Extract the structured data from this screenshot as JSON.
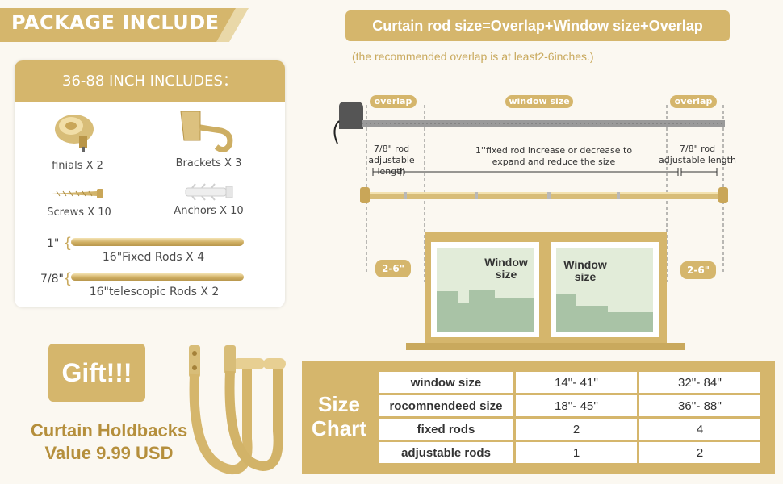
{
  "package": {
    "banner": "PACKAGE INCLUDE",
    "card_title": "36-88 INCH INCLUDES：",
    "finials": "finials X 2",
    "brackets": "Brackets X 3",
    "screws": "Screws X 10",
    "anchors": "Anchors X 10",
    "fixed_size": "1\"",
    "fixed_rods": "16\"Fixed Rods X 4",
    "tele_size": "7/8\"",
    "tele_rods": "16\"telescopic Rods X 2"
  },
  "gift": {
    "label": "Gift!!!",
    "line1": "Curtain Holdbacks",
    "line2": "Value 9.99 USD"
  },
  "diagram": {
    "formula": "Curtain rod size=Overlap+Window size+Overlap",
    "note": "(the recommended overlap is at least2-6inches.)",
    "overlap_left": "overlap",
    "window_size": "window size",
    "overlap_right": "overlap",
    "left_rod_line1": "7/8\" rod",
    "left_rod_line2": "adjustable length",
    "center_line1": "1''fixed rod increase or decrease to",
    "center_line2": "expand and reduce the size",
    "right_rod_line1": "7/8\" rod",
    "right_rod_line2": "adjustable length",
    "gap_left": "2-6\"",
    "gap_right": "2-6\"",
    "window_left_1": "Window",
    "window_left_2": "size",
    "window_right_1": "Window",
    "window_right_2": "size"
  },
  "size_chart": {
    "title_line1": "Size",
    "title_line2": "Chart",
    "rows": [
      {
        "label": "window size",
        "a": "14''- 41''",
        "b": "32''- 84''"
      },
      {
        "label": "rocomnendeed size",
        "a": "18''- 45''",
        "b": "36''- 88''"
      },
      {
        "label": "fixed rods",
        "a": "2",
        "b": "4"
      },
      {
        "label": "adjustable rods",
        "a": "1",
        "b": "2"
      }
    ]
  },
  "colors": {
    "gold": "#d5b66c",
    "background": "#fbf8f1",
    "window_glass": "#e2ecd9",
    "skyline": "#a9c3a6"
  }
}
